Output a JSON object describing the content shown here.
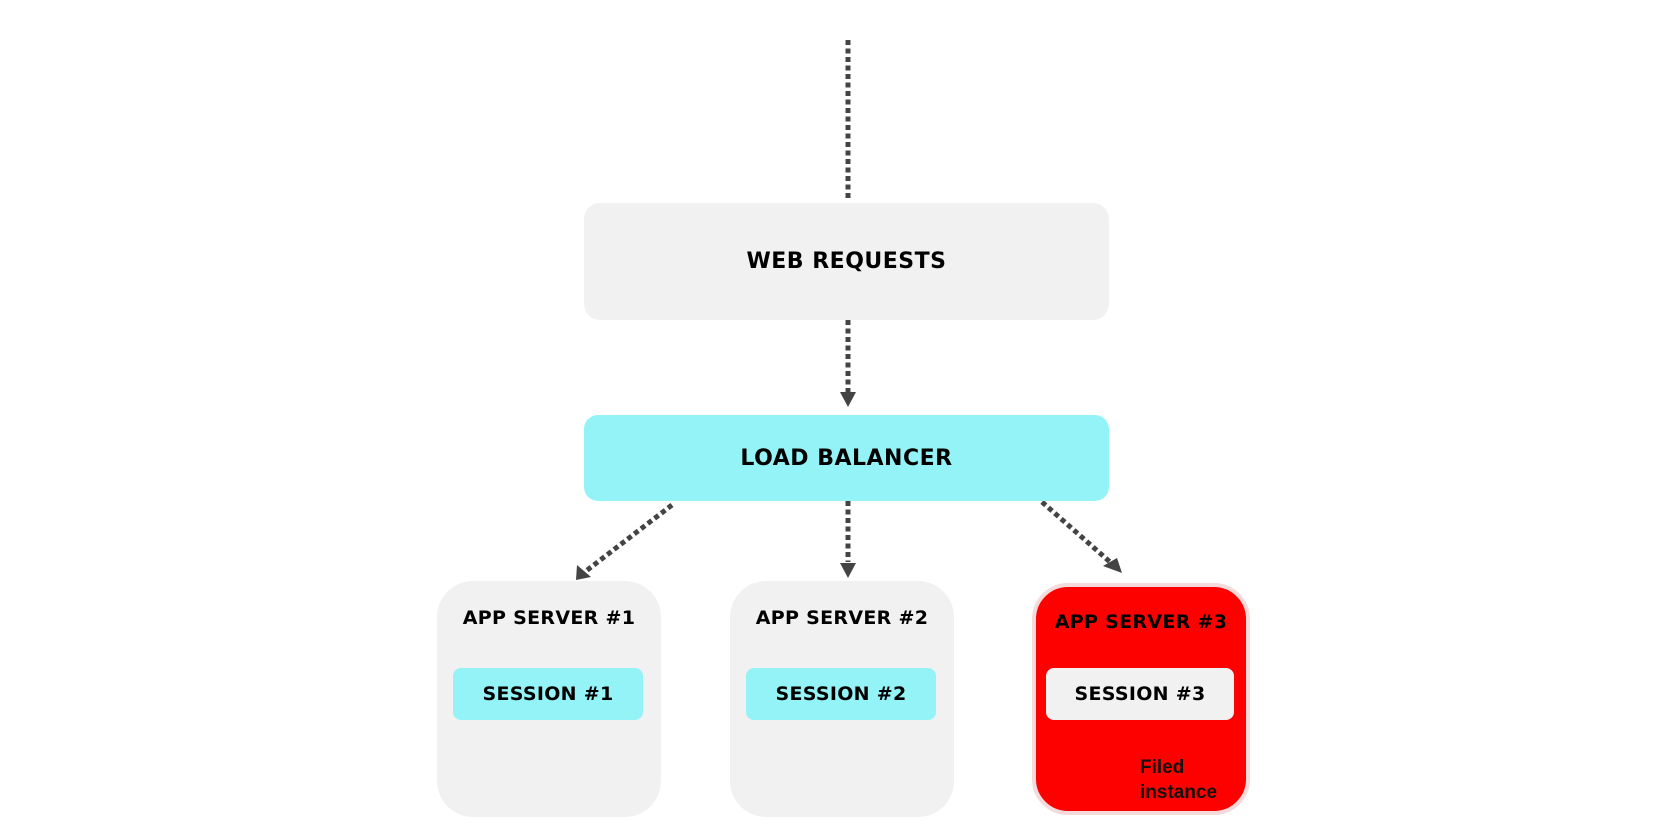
{
  "diagram": {
    "web_requests": "WEB REQUESTS",
    "load_balancer": "LOAD BALANCER",
    "servers": [
      {
        "title": "APP SERVER #1",
        "session": "SESSION #1",
        "status": "ok"
      },
      {
        "title": "APP SERVER #2",
        "session": "SESSION #2",
        "status": "ok"
      },
      {
        "title": "APP SERVER #3",
        "session": "SESSION #3",
        "status": "failed"
      }
    ],
    "failed_note": [
      "Filed",
      "instance"
    ]
  },
  "colors": {
    "node_gray": "#f1f1f1",
    "balancer_cyan": "#94f3f7",
    "failed_red": "#fd0000",
    "arrow": "#444444"
  }
}
